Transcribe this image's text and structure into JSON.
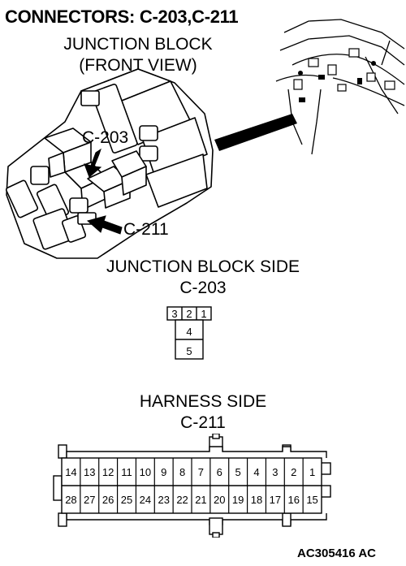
{
  "title": "CONNECTORS: C-203,C-211",
  "junction_block": {
    "caption_line1": "JUNCTION BLOCK",
    "caption_line2": "(FRONT VIEW)",
    "callout_c203": "C-203",
    "callout_c211": "C-211"
  },
  "junction_block_side": {
    "caption_line1": "JUNCTION BLOCK SIDE",
    "caption_line2": "C-203",
    "top_pins": [
      "3",
      "2",
      "1"
    ],
    "bottom_pins": [
      "4",
      "5"
    ]
  },
  "harness_side": {
    "caption_line1": "HARNESS SIDE",
    "caption_line2": "C-211",
    "row1": [
      "14",
      "13",
      "12",
      "11",
      "10",
      "9",
      "8",
      "7",
      "6",
      "5",
      "4",
      "3",
      "2",
      "1"
    ],
    "row2": [
      "28",
      "27",
      "26",
      "25",
      "24",
      "23",
      "22",
      "21",
      "20",
      "19",
      "18",
      "17",
      "16",
      "15"
    ]
  },
  "figure_code": "AC305416 AC"
}
